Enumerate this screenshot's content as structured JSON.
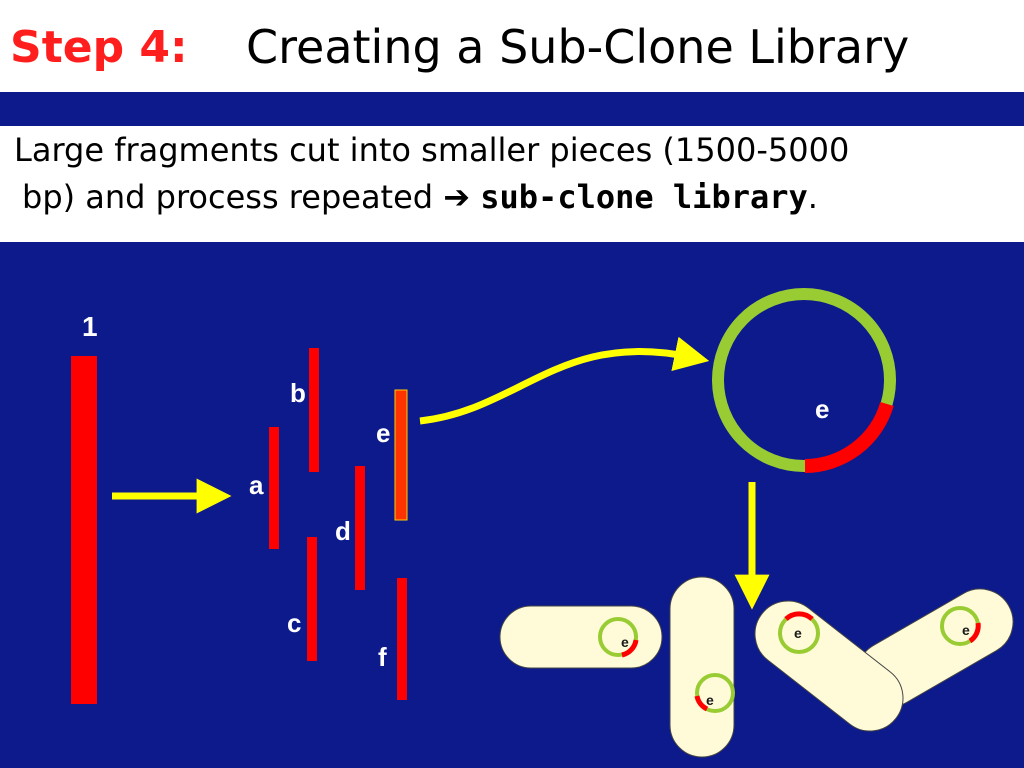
{
  "title": {
    "step": "Step 4:",
    "text": "Creating a Sub-Clone Library"
  },
  "description": {
    "line1": "Large fragments cut into smaller pieces (1500-5000",
    "line2_plain": "bp) and process repeated ",
    "line2_bold": "sub-clone library",
    "line2_end": "."
  },
  "fragment_labels": {
    "large": "1",
    "a": "a",
    "b": "b",
    "c": "c",
    "d": "d",
    "e": "e",
    "f": "f"
  },
  "plasmid_insert_label": "e",
  "cell_insert_label": "e",
  "colors": {
    "background": "#0c1a8c",
    "fragment": "#ff0000",
    "fragment_e": "#ff3300",
    "arrow": "#ffff00",
    "plasmid": "#99cc33",
    "cell": "#fffbd9",
    "title_step": "#ff1e1e"
  }
}
